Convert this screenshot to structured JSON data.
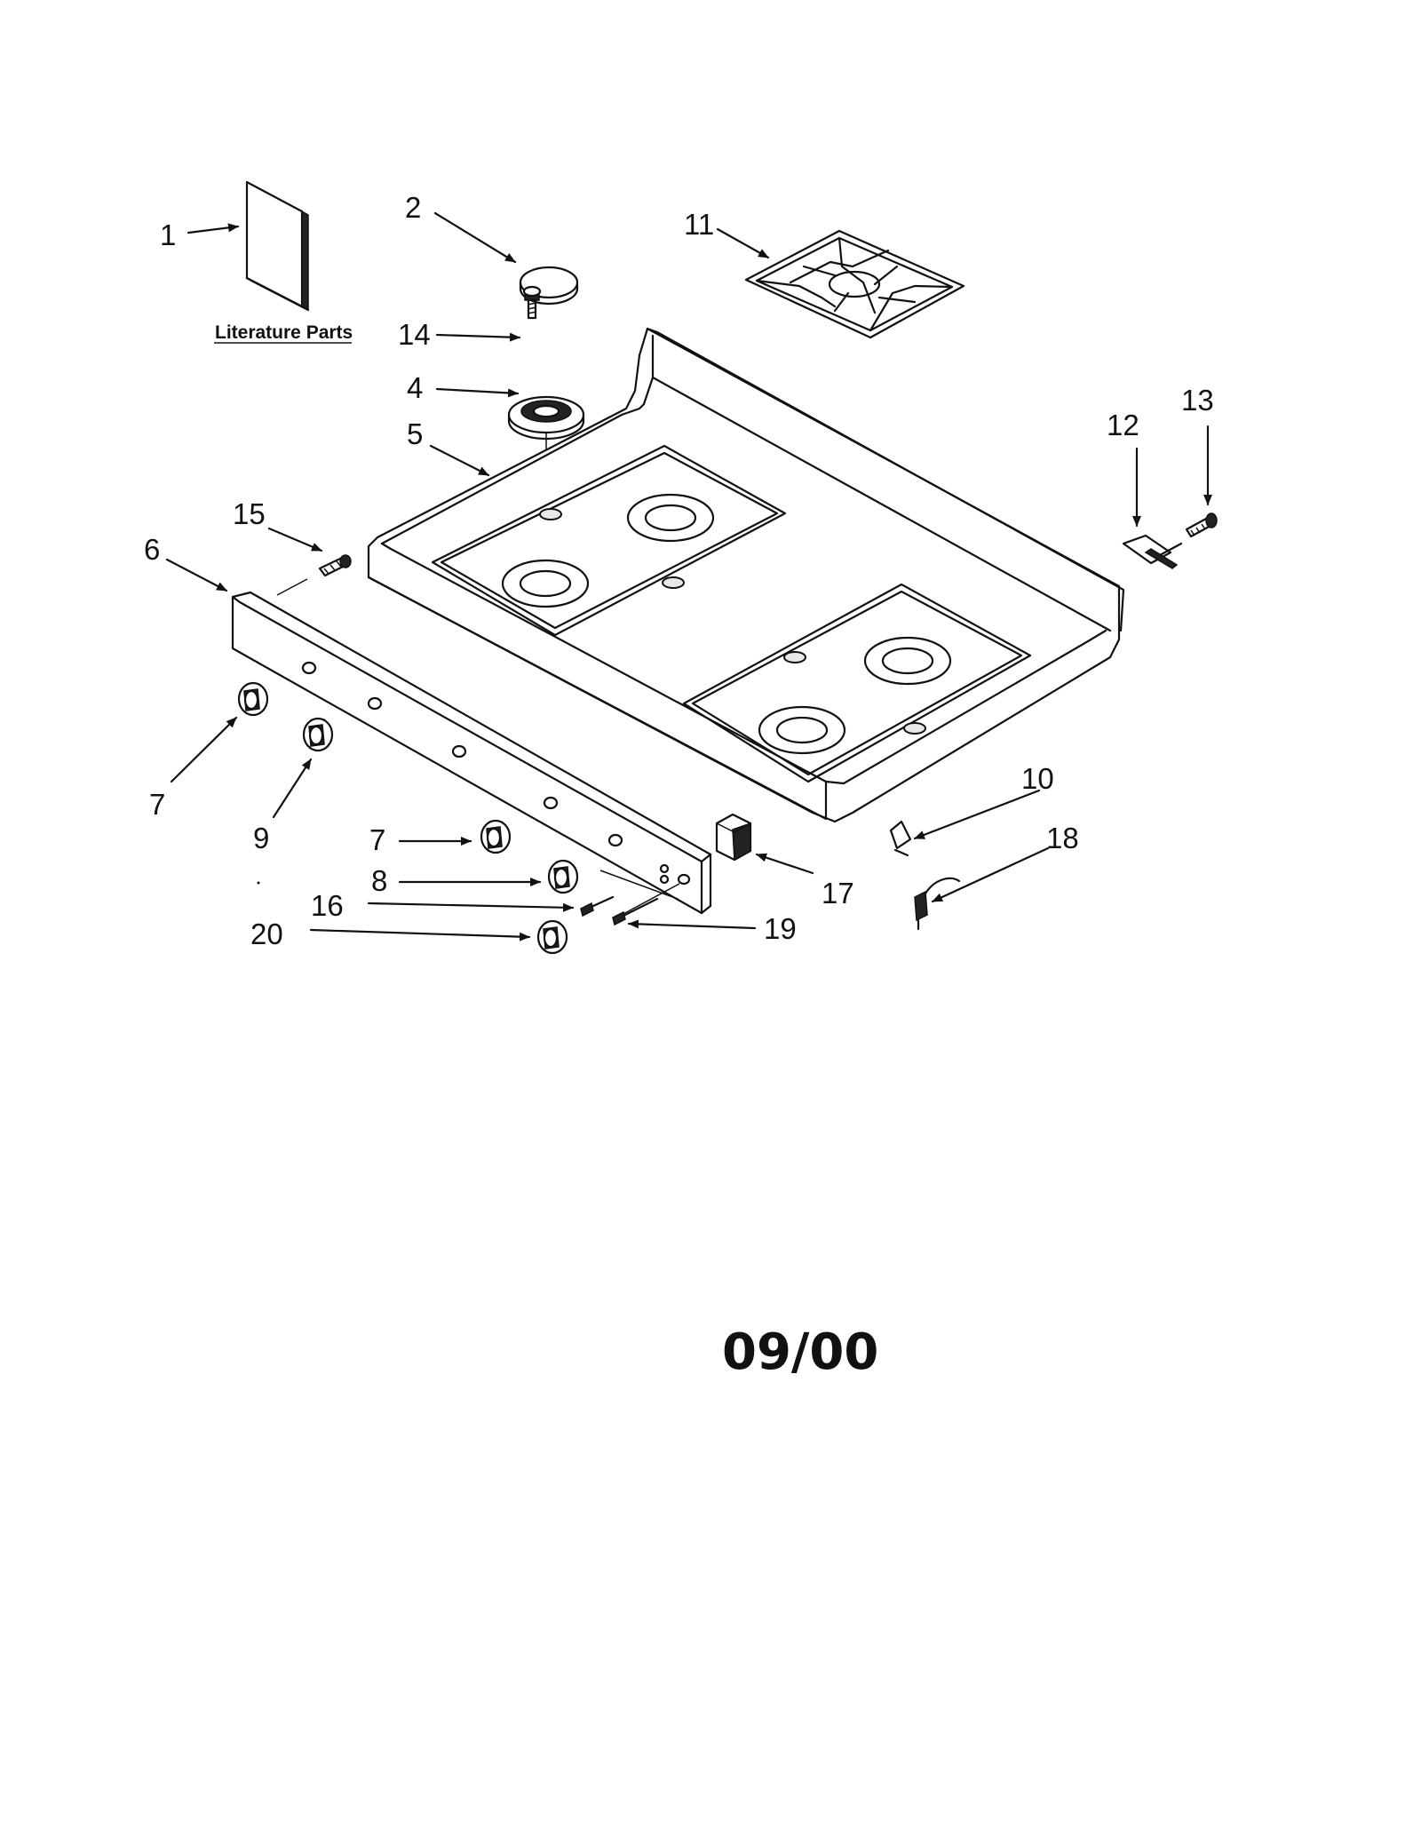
{
  "diagram": {
    "callouts": [
      "1",
      "2",
      "11",
      "14",
      "4",
      "5",
      "12",
      "13",
      "15",
      "6",
      "7",
      "9",
      "7",
      "8",
      "16",
      "20",
      "10",
      "18",
      "17",
      "19"
    ],
    "literature_label": "Literature Parts",
    "date_code": "09/00"
  }
}
